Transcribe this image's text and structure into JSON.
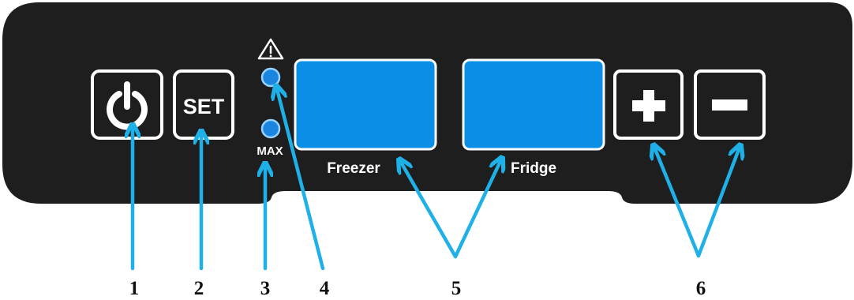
{
  "panel": {
    "buttons": {
      "power_icon": "power-icon",
      "set_label": "SET",
      "plus_icon": "plus-icon",
      "minus_icon": "minus-icon"
    },
    "indicators": {
      "warning_icon": "warning-triangle-icon",
      "max_label": "MAX"
    },
    "displays": {
      "freezer_label": "Freezer",
      "fridge_label": "Fridge"
    }
  },
  "callouts": [
    "1",
    "2",
    "3",
    "4",
    "5",
    "6"
  ],
  "colors": {
    "panel": "#1e1e1e",
    "display": "#0a8ee6",
    "led": "#1a86e0",
    "arrow": "#1fb0e8",
    "text": "#ffffff"
  }
}
